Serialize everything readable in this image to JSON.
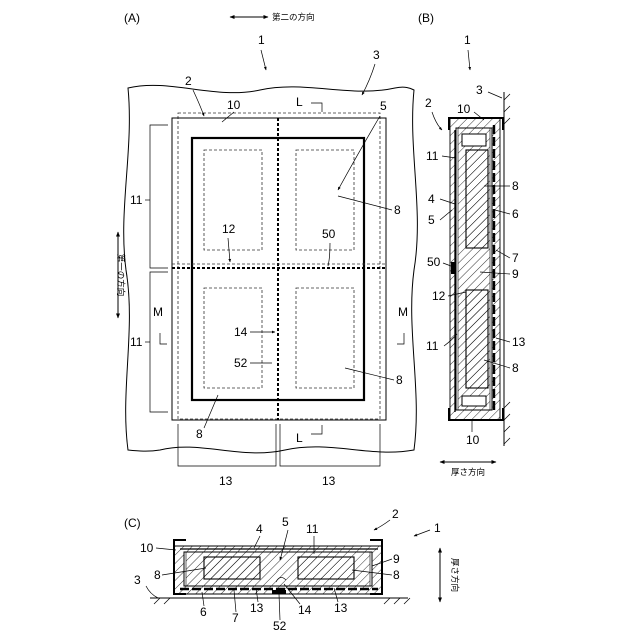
{
  "views": {
    "a": "(A)",
    "b": "(B)",
    "c": "(C)"
  },
  "directions": {
    "second": "第二の方向",
    "first": "第一の方向",
    "thickness": "厚さ方向"
  },
  "section_marks": {
    "l_top": "L",
    "l_bottom": "L",
    "m_left": "M",
    "m_right": "M"
  },
  "view_a_labels": {
    "n1": "1",
    "n2": "2",
    "n3": "3",
    "n10": "10",
    "n5": "5",
    "n11_upper": "11",
    "n11_lower": "11",
    "n8_upper": "8",
    "n12": "12",
    "n50": "50",
    "n14": "14",
    "n52": "52",
    "n8_lower_right": "8",
    "n8_lower_left": "8",
    "n13_left": "13",
    "n13_right": "13"
  },
  "view_b_labels": {
    "n1": "1",
    "n2": "2",
    "n3": "3",
    "n10_top": "10",
    "n11_upper": "11",
    "n8_upper": "8",
    "n4": "4",
    "n5": "5",
    "n6": "6",
    "n7": "7",
    "n50": "50",
    "n9": "9",
    "n12": "12",
    "n11_lower": "11",
    "n13": "13",
    "n8_lower": "8",
    "n10_bottom": "10"
  },
  "view_c_labels": {
    "n2": "2",
    "n1": "1",
    "n4": "4",
    "n5": "5",
    "n11": "11",
    "n10": "10",
    "n9": "9",
    "n8_left": "8",
    "n8_right": "8",
    "n3": "3",
    "n6": "6",
    "n7": "7",
    "n13_left": "13",
    "n14": "14",
    "n13_right": "13",
    "n52": "52"
  }
}
